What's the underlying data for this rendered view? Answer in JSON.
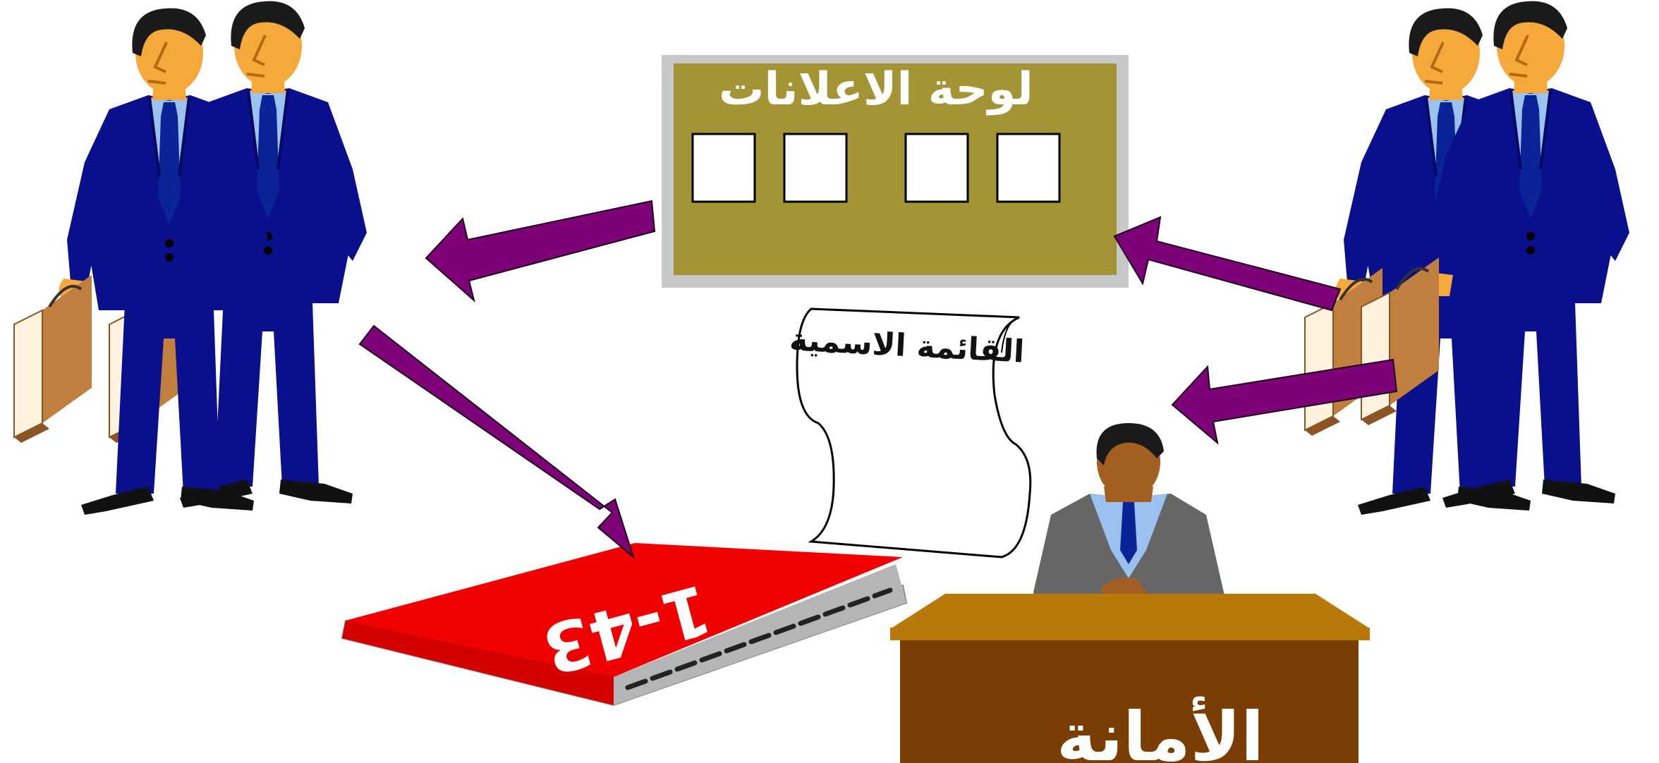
{
  "board": {
    "title": "لوحة الاعلانات",
    "frame_color": "#c8c8c8",
    "face_color": "#a39536",
    "slot_count": 4
  },
  "scroll": {
    "title": "القائمة الاسمية"
  },
  "book": {
    "code": "1-43",
    "cover_color": "#f00000"
  },
  "desk": {
    "label": "الأمانة",
    "top_color": "#b9780a",
    "front_color": "#7a3e04"
  },
  "colors": {
    "arrow": "#7d0078",
    "suit": "#0a0f8c",
    "skin": "#f4a93a",
    "shirt": "#9bc1ef",
    "tie": "#0a2396",
    "briefcase": "#c07e3f",
    "clerk_suit": "#666666",
    "clerk_skin": "#a45f23"
  },
  "icons": {
    "men_left": "businessmen-pair-icon",
    "men_right": "businessmen-pair-icon",
    "clerk": "clerk-icon"
  }
}
